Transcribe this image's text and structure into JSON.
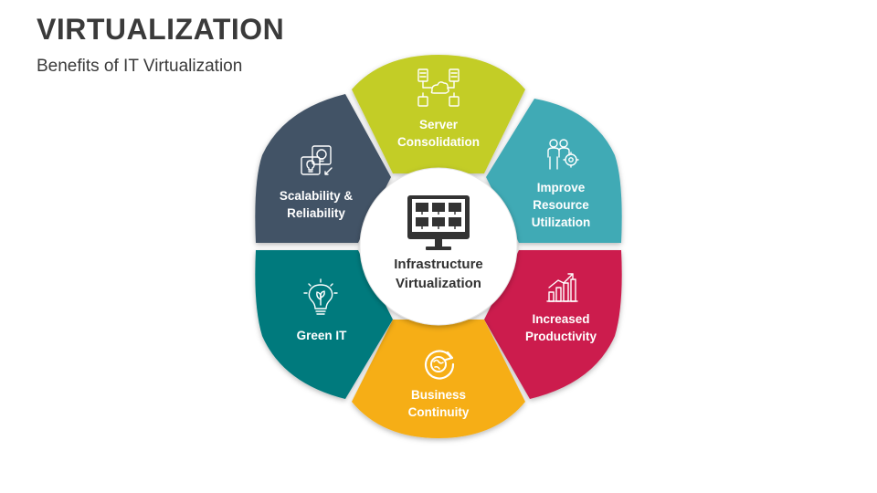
{
  "header": {
    "title": "VIRTUALIZATION",
    "subtitle": "Benefits of IT Virtualization"
  },
  "center": {
    "line1": "Infrastructure",
    "line2": "Virtualization",
    "icon": "monitor-grid-icon"
  },
  "segments": [
    {
      "id": "server-consolidation",
      "lines": [
        "Server",
        "Consolidation"
      ],
      "color": "#c3cd28",
      "icon": "server-cloud-icon"
    },
    {
      "id": "improve-resource-utilization",
      "lines": [
        "Improve",
        "Resource",
        "Utilization"
      ],
      "color": "#41aab5",
      "icon": "team-gear-icon"
    },
    {
      "id": "increased-productivity",
      "lines": [
        "Increased",
        "Productivity"
      ],
      "color": "#cc1f4e",
      "icon": "growth-chart-icon"
    },
    {
      "id": "business-continuity",
      "lines": [
        "Business",
        "Continuity"
      ],
      "color": "#f6ae17",
      "icon": "globe-refresh-icon"
    },
    {
      "id": "green-it",
      "lines": [
        "Green IT"
      ],
      "color": "#047a7d",
      "icon": "eco-bulb-icon"
    },
    {
      "id": "scalability-reliability",
      "lines": [
        "Scalability &",
        "Reliability"
      ],
      "color": "#435366",
      "icon": "bulb-gear-icon"
    }
  ]
}
